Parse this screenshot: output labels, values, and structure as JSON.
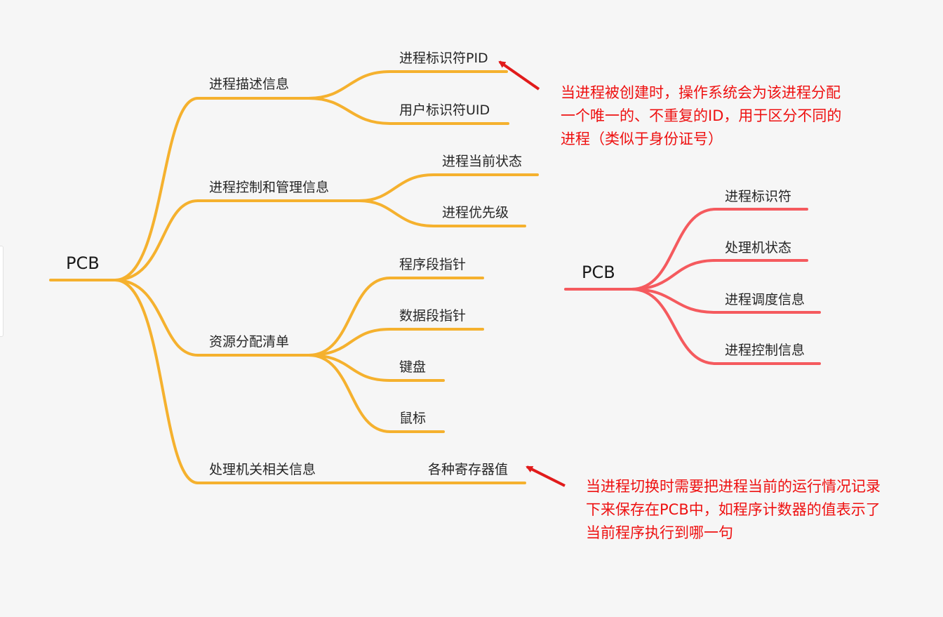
{
  "left_map": {
    "root": "PCB",
    "colors": {
      "branch": "#F5B12E"
    },
    "branches": [
      {
        "label": "进程描述信息",
        "children": [
          "进程标识符PID",
          "用户标识符UID"
        ]
      },
      {
        "label": "进程控制和管理信息",
        "children": [
          "进程当前状态",
          "进程优先级"
        ]
      },
      {
        "label": "资源分配清单",
        "children": [
          "程序段指针",
          "数据段指针",
          "键盘",
          "鼠标"
        ]
      },
      {
        "label": "处理机关相关信息",
        "children": [
          "各种寄存器值"
        ]
      }
    ]
  },
  "right_map": {
    "root": "PCB",
    "colors": {
      "branch": "#F55A5E"
    },
    "branches": [
      "进程标识符",
      "处理机状态",
      "进程调度信息",
      "进程控制信息"
    ]
  },
  "annotations": {
    "color": "#EE1111",
    "pid_note": {
      "lines": [
        "当进程被创建时，操作系统会为该进程分配",
        "一个唯一的、不重复的ID，用于区分不同的",
        "进程（类似于身份证号）"
      ]
    },
    "register_note": {
      "lines": [
        "当进程切换时需要把进程当前的运行情况记录",
        "下来保存在PCB中，如程序计数器的值表示了",
        "当前程序执行到哪一句"
      ]
    }
  }
}
